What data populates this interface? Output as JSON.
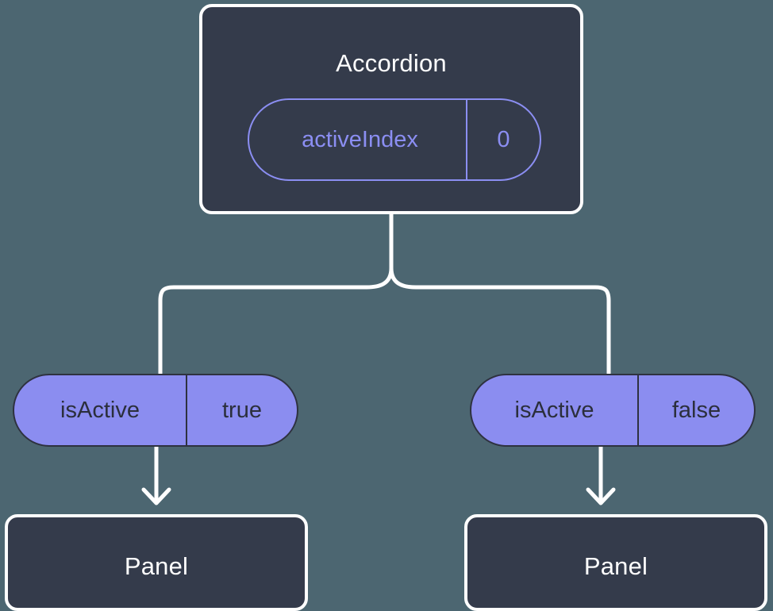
{
  "diagram": {
    "type": "component-tree",
    "background_color": "#4c6671",
    "node_fill": "#343b4b",
    "node_border": "#ffffff",
    "accent_color": "#8b8df0",
    "connector_color": "#ffffff"
  },
  "root": {
    "title": "Accordion",
    "state_pill": {
      "key": "activeIndex",
      "value": "0"
    }
  },
  "children": [
    {
      "prop_pill": {
        "key": "isActive",
        "value": "true"
      },
      "title": "Panel"
    },
    {
      "prop_pill": {
        "key": "isActive",
        "value": "false"
      },
      "title": "Panel"
    }
  ]
}
